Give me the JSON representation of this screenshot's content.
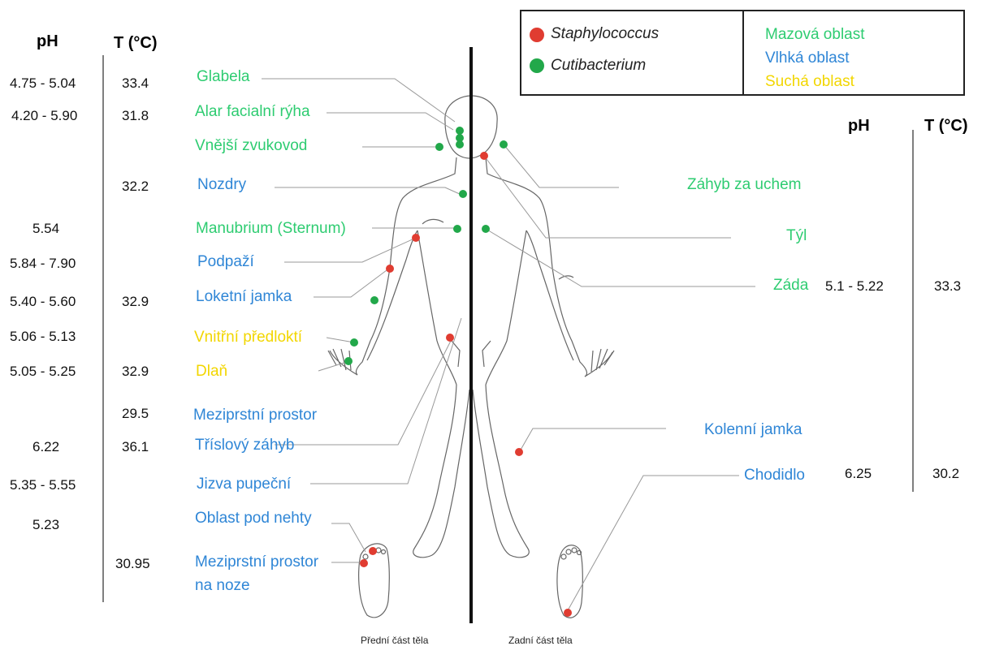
{
  "colors": {
    "sebaceous": "#2ecc71",
    "moist": "#2f86d6",
    "dry": "#f2d600",
    "staphylococcus": "#e03c31",
    "cutibacterium": "#22a84a"
  },
  "legend": {
    "species": [
      {
        "name": "Staphylococcus",
        "color": "#e03c31"
      },
      {
        "name": "Cutibacterium",
        "color": "#22a84a"
      }
    ],
    "regions": [
      {
        "name": "Mazová oblast",
        "color": "#2ecc71"
      },
      {
        "name": "Vlhká oblast",
        "color": "#2f86d6"
      },
      {
        "name": "Suchá oblast",
        "color": "#f2d600"
      }
    ]
  },
  "headers": {
    "left_ph": "pH",
    "left_temp": "T (°C)",
    "right_ph": "pH",
    "right_temp": "T (°C)"
  },
  "left_sites": [
    {
      "label": "Glabela",
      "region": "sebaceous",
      "ph": "4.75 - 5.04",
      "temp": "33.4"
    },
    {
      "label": "Alar facialní rýha",
      "region": "sebaceous",
      "ph": "4.20 - 5.90",
      "temp": "31.8"
    },
    {
      "label": "Vnější zvukovod",
      "region": "sebaceous",
      "ph": "",
      "temp": ""
    },
    {
      "label": "Nozdry",
      "region": "moist",
      "ph": "",
      "temp": "32.2"
    },
    {
      "label": "Manubrium (Sternum)",
      "region": "sebaceous",
      "ph": "5.54",
      "temp": ""
    },
    {
      "label": "Podpaží",
      "region": "moist",
      "ph": "5.84 - 7.90",
      "temp": ""
    },
    {
      "label": "Loketní jamka",
      "region": "moist",
      "ph": "5.40 - 5.60",
      "temp": "32.9"
    },
    {
      "label": "Vnitřní předloktí",
      "region": "dry",
      "ph": "5.06 - 5.13",
      "temp": ""
    },
    {
      "label": "Dlaň",
      "region": "dry",
      "ph": "5.05 - 5.25",
      "temp": "32.9"
    },
    {
      "label": "Meziprstní prostor",
      "region": "moist",
      "ph": "",
      "temp": "29.5"
    },
    {
      "label": "Tříslový záhyb",
      "region": "moist",
      "ph": "6.22",
      "temp": "36.1"
    },
    {
      "label": "Jizva pupeční",
      "region": "moist",
      "ph": "5.35 - 5.55",
      "temp": ""
    },
    {
      "label": "Oblast pod nehty",
      "region": "moist",
      "ph": "5.23",
      "temp": ""
    },
    {
      "label": "Meziprstní prostor",
      "label2": "na noze",
      "region": "moist",
      "ph": "",
      "temp": "30.95"
    }
  ],
  "right_sites": [
    {
      "label": "Záhyb za uchem",
      "region": "sebaceous",
      "ph": "",
      "temp": ""
    },
    {
      "label": "Týl",
      "region": "sebaceous",
      "ph": "",
      "temp": ""
    },
    {
      "label": "Záda",
      "region": "sebaceous",
      "ph": "5.1 - 5.22",
      "temp": "33.3"
    },
    {
      "label": "Kolenní jamka",
      "region": "moist",
      "ph": "",
      "temp": ""
    },
    {
      "label": "Chodidlo",
      "region": "moist",
      "ph": "6.25",
      "temp": "30.2"
    }
  ],
  "captions": {
    "front": "Přední část těla",
    "back": "Zadní část těla"
  }
}
